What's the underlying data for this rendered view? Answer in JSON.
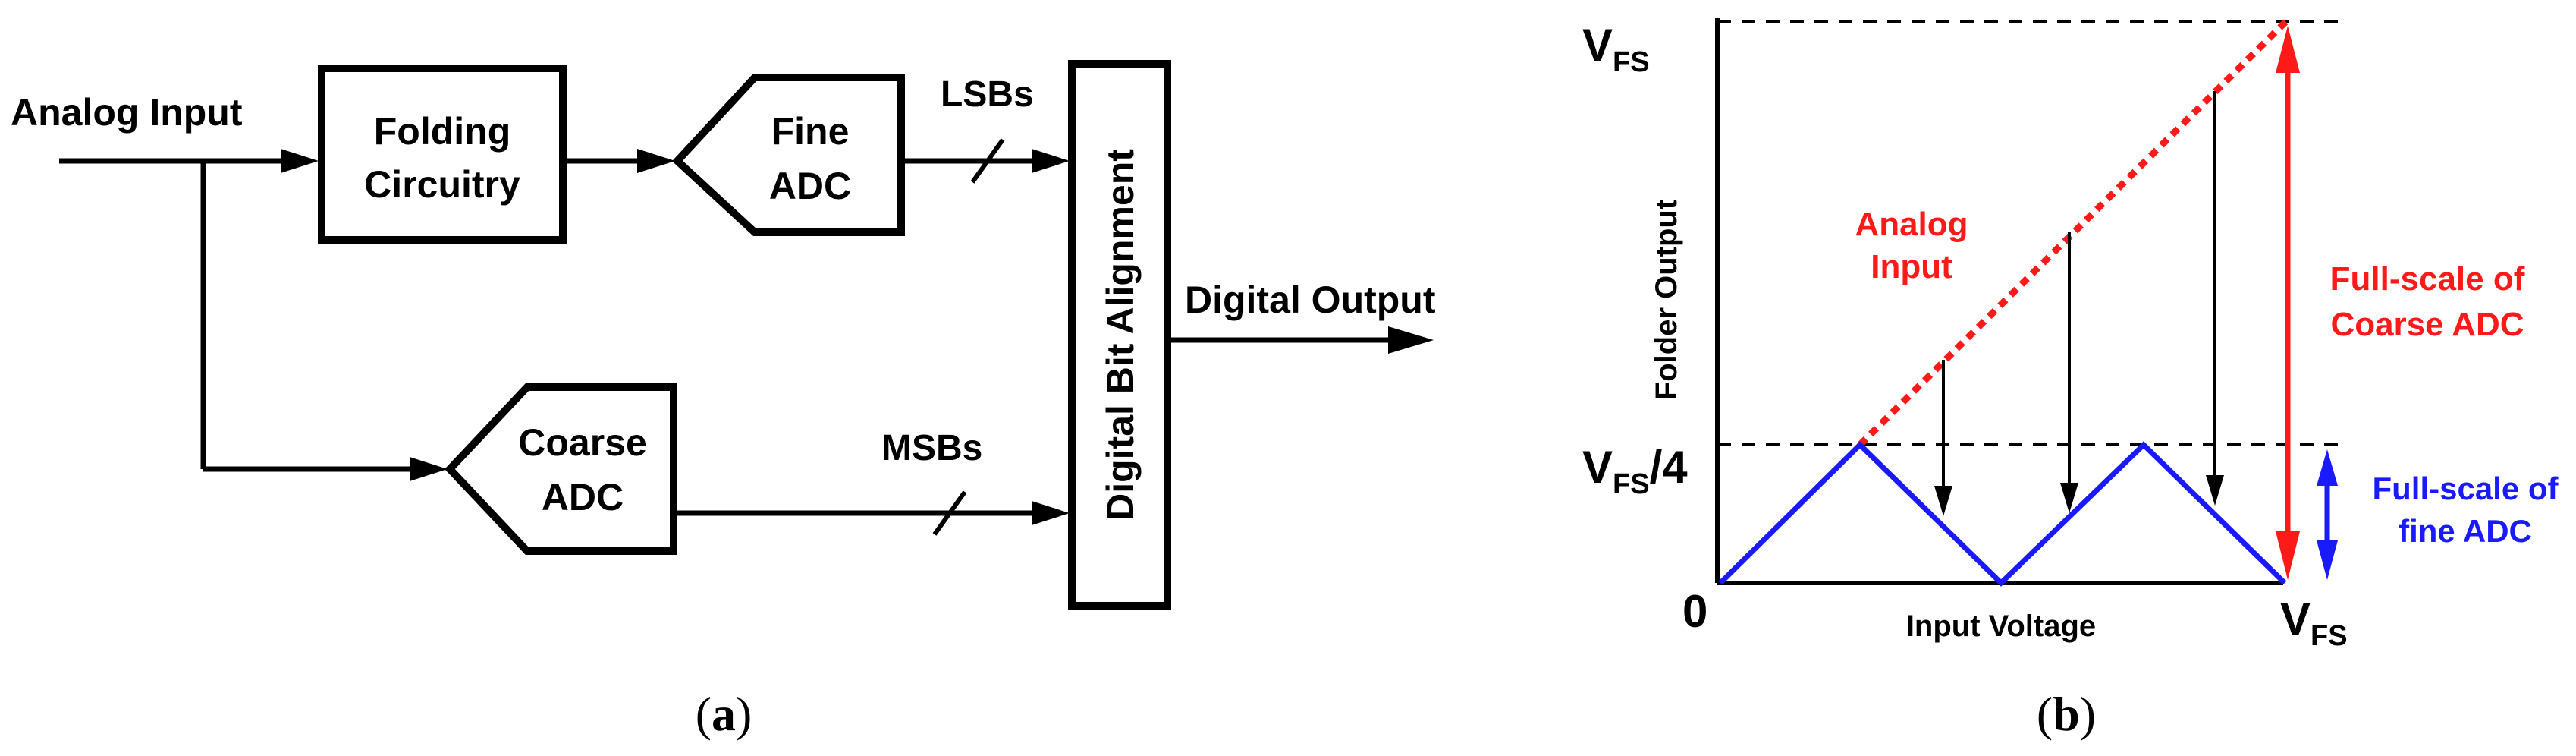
{
  "panel_a": {
    "input_label": "Analog Input",
    "folding_line1": "Folding",
    "folding_line2": "Circuitry",
    "fine_line1": "Fine",
    "fine_line2": "ADC",
    "lsb_label": "LSBs",
    "coarse_line1": "Coarse",
    "coarse_line2": "ADC",
    "msb_label": "MSBs",
    "alignment_label": "Digital Bit Alignment",
    "output_label": "Digital Output",
    "caption_open": "(",
    "caption_letter": "a",
    "caption_close": ")"
  },
  "panel_b": {
    "vfs_top_main": "V",
    "vfs_top_sub": "FS",
    "vfs4_main": "V",
    "vfs4_sub": "FS",
    "vfs4_suffix": "/4",
    "zero_label": "0",
    "vfs_bottom_main": "V",
    "vfs_bottom_sub": "FS",
    "y_axis_label": "Folder Output",
    "x_axis_label": "Input Voltage",
    "analog_line1": "Analog",
    "analog_line2": "Input",
    "coarse_fs_line1": "Full-scale of",
    "coarse_fs_line2": "Coarse ADC",
    "fine_fs_line1": "Full-scale of",
    "fine_fs_line2": "fine ADC",
    "caption_open": "(",
    "caption_letter": "b",
    "caption_close": ")"
  },
  "colors": {
    "red": "#ff1a1a",
    "blue": "#1a1aff",
    "black": "#000000"
  }
}
